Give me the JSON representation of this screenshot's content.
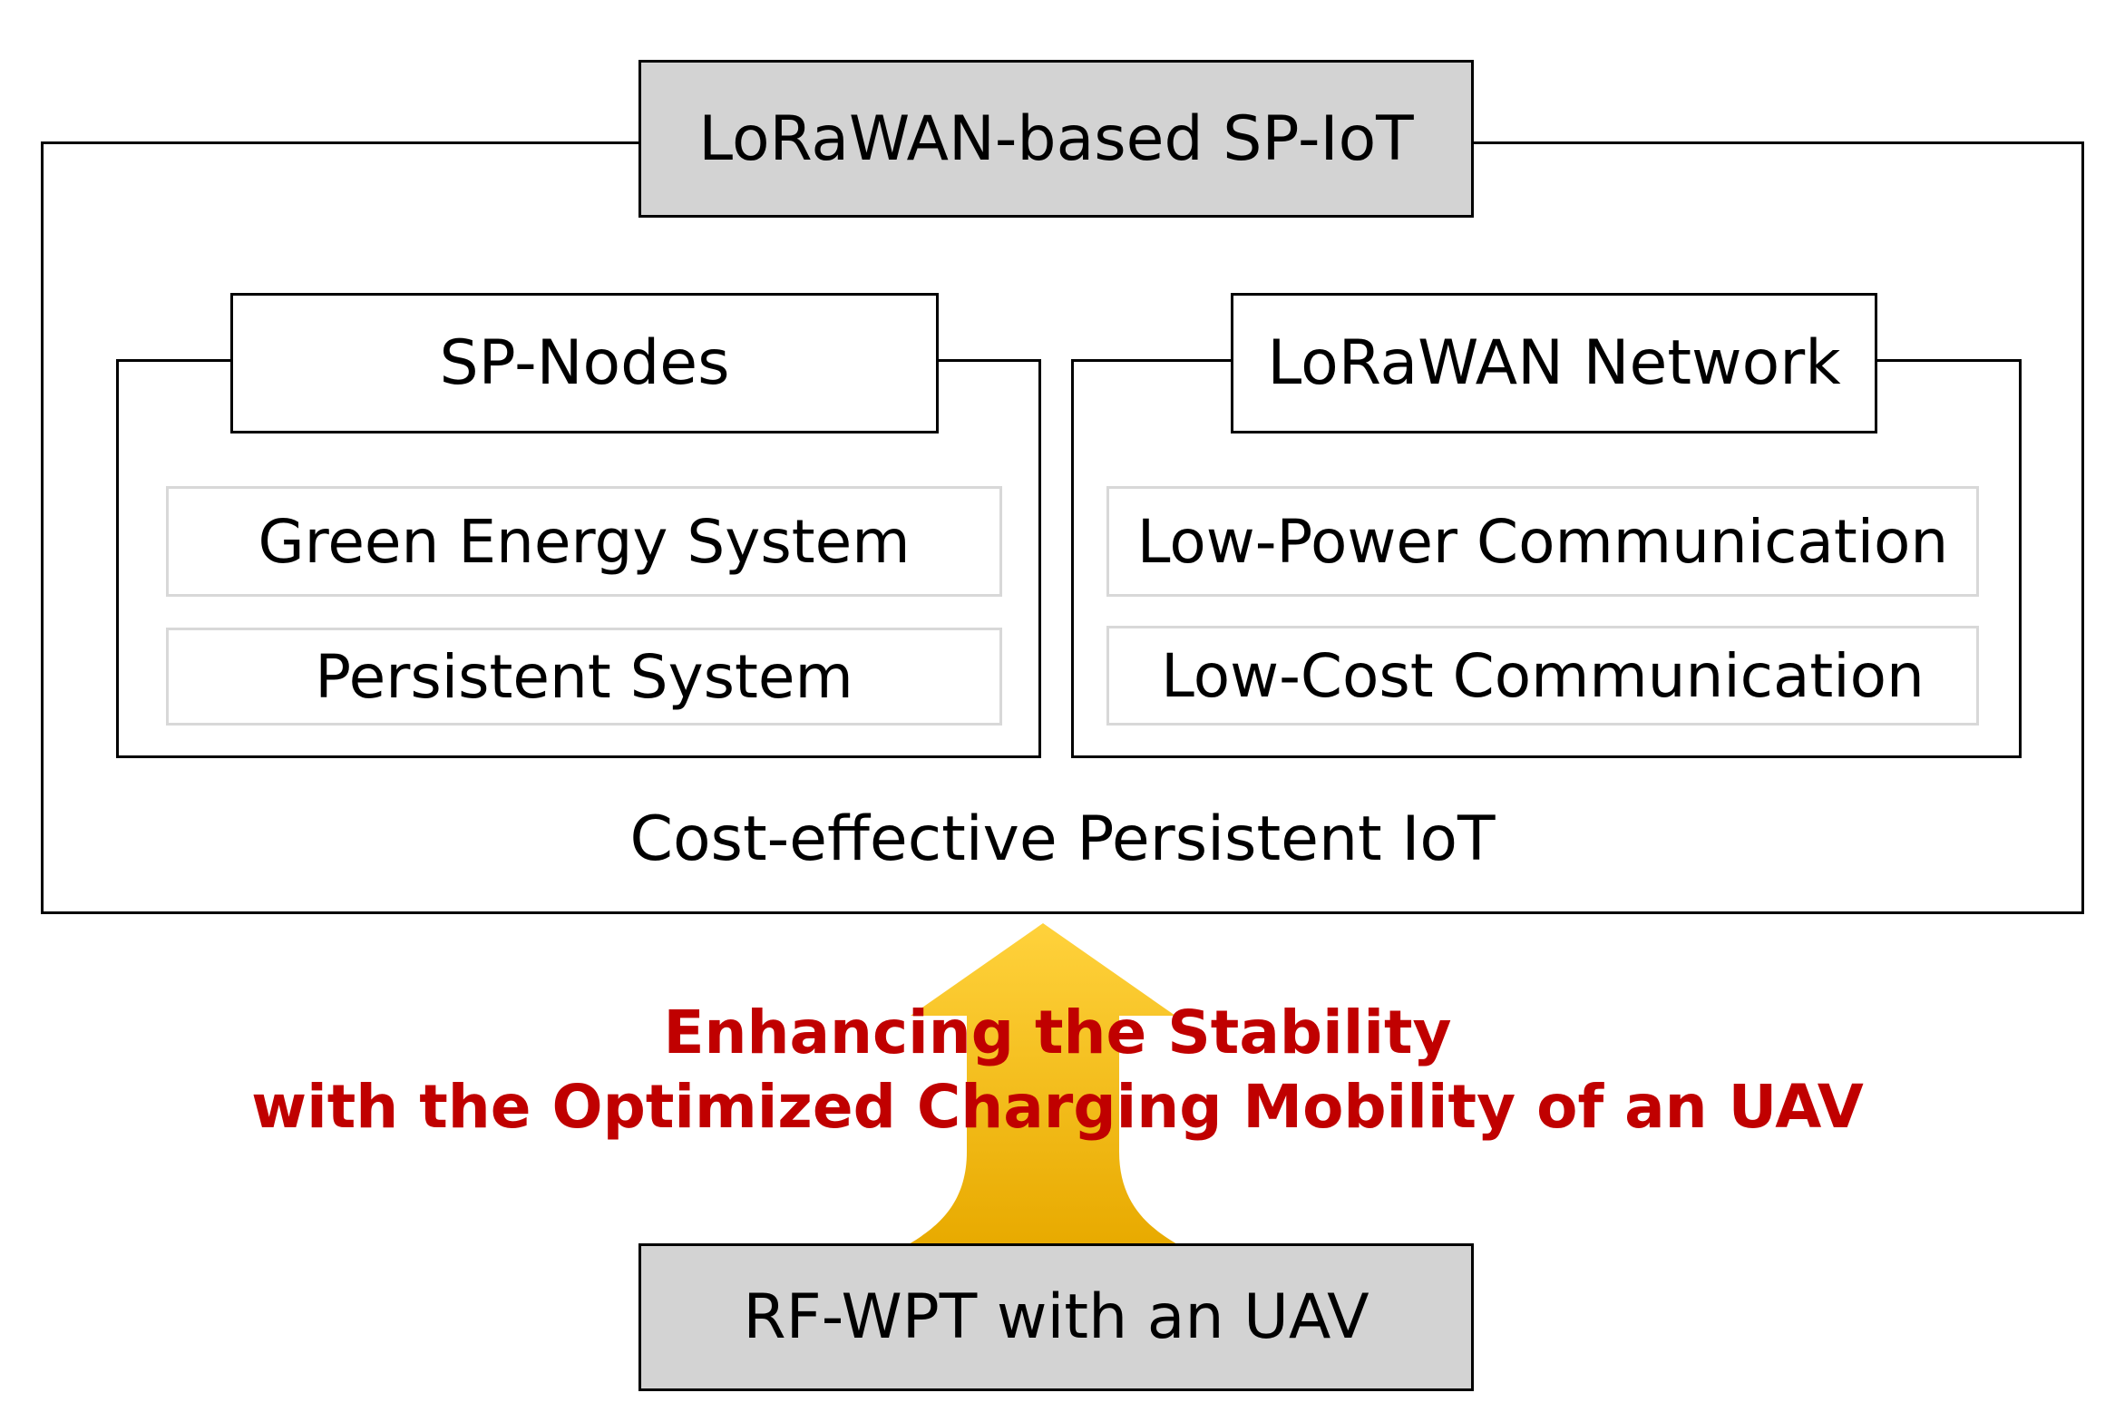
{
  "top": {
    "title": "LoRaWAN-based SP-IoT",
    "caption": "Cost-effective Persistent IoT"
  },
  "sp_nodes": {
    "title": "SP-Nodes",
    "items": [
      "Green Energy System",
      "Persistent System"
    ]
  },
  "lorawan_network": {
    "title": "LoRaWAN Network",
    "items": [
      "Low-Power Communication",
      "Low-Cost Communication"
    ]
  },
  "enhancement": {
    "line1": "Enhancing the Stability",
    "line2": "with the Optimized Charging Mobility of an UAV"
  },
  "bottom": {
    "title": "RF-WPT with an UAV"
  },
  "colors": {
    "highlight_text": "#c00000",
    "arrow_top": "#ffd23c",
    "arrow_bottom": "#e8aa00",
    "label_fill": "#d3d3d3"
  }
}
